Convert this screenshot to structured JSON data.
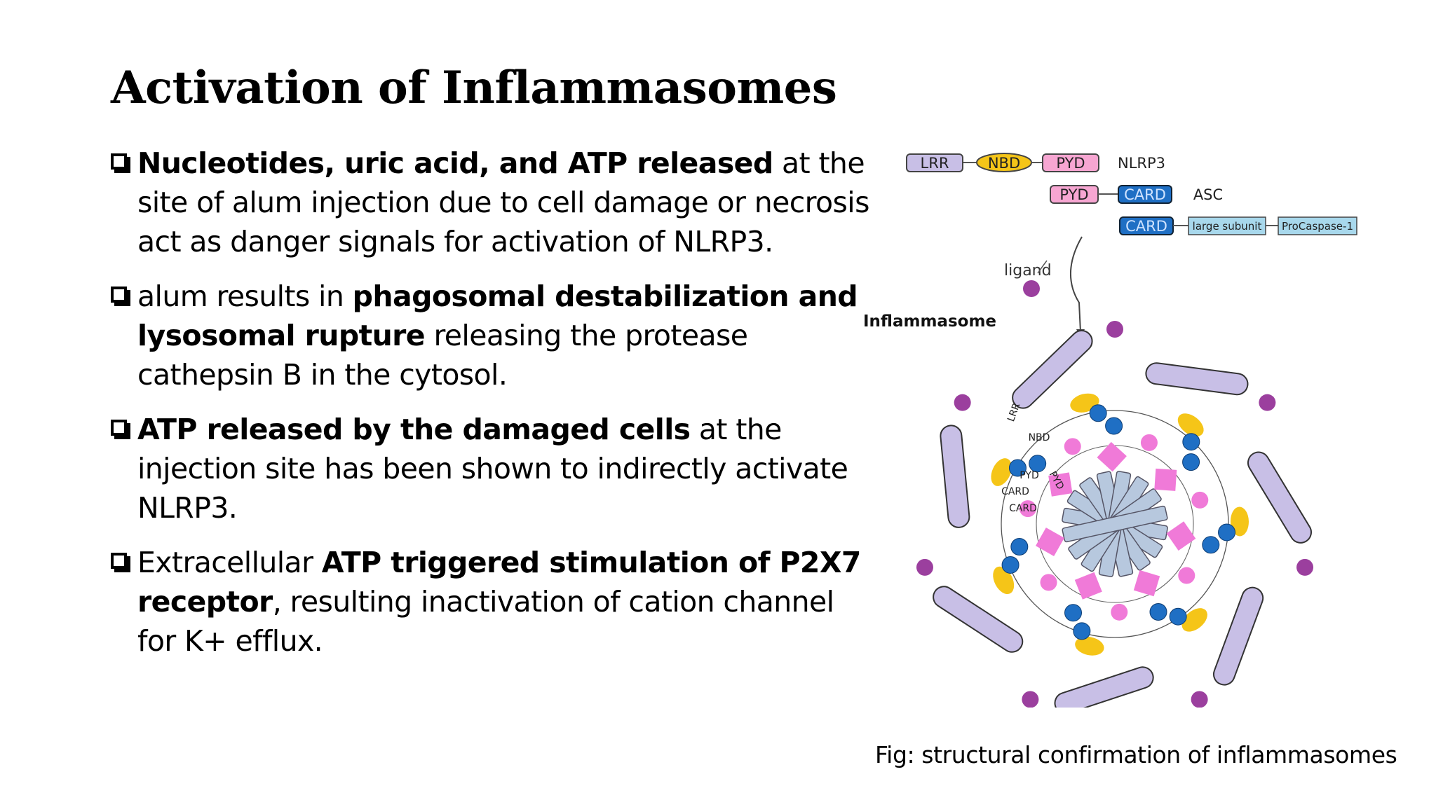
{
  "title": "Activation of Inflammasomes",
  "bullets": [
    [
      {
        "text": "Nucleotides, uric acid, and ATP released",
        "bold": true
      },
      {
        "text": " at the site of alum injection due to cell damage or necrosis act as danger signals for activation of NLRP3.",
        "bold": false
      }
    ],
    [
      {
        "text": "alum results in ",
        "bold": false
      },
      {
        "text": "phagosomal destabilization and lysosomal rupture",
        "bold": true
      },
      {
        "text": " releasing the protease cathepsin B in the cytosol.",
        "bold": false
      }
    ],
    [
      {
        "text": "ATP released by the damaged cells",
        "bold": true
      },
      {
        "text": " at the injection site has been shown to indirectly activate NLRP3.",
        "bold": false
      }
    ],
    [
      {
        "text": "Extracellular ",
        "bold": false
      },
      {
        "text": "ATP triggered stimulation of P2X7 receptor",
        "bold": true
      },
      {
        "text": ", resulting inactivation of cation channel for K+ efflux.",
        "bold": false
      }
    ]
  ],
  "figure": {
    "nlrp3_domains": [
      "LRR",
      "NBD",
      "PYD"
    ],
    "nlrp3_label": "NLRP3",
    "asc_domains": [
      "PYD",
      "CARD"
    ],
    "asc_label": "ASC",
    "procaspase_domains": [
      "CARD",
      "large subunit",
      "ProCaspase-1"
    ],
    "ligand_label": "ligand",
    "inflammasome_label": "Inflammasome",
    "complex_labels": {
      "lrr": "LRR",
      "nbd": "NBD",
      "pyd1": "PYD",
      "pyd2": "PYD",
      "card1": "CARD",
      "card2": "CARD"
    },
    "caption": "Fig: structural confirmation of inflammasomes"
  },
  "colors": {
    "lrr": "#c8bfe6",
    "nbd": "#f5c518",
    "pyd": "#f07ad8",
    "card": "#1f6fc4",
    "subunit": "#a8d8ec",
    "spoke": "#b7c8de",
    "ligand": "#9b3f9e"
  }
}
